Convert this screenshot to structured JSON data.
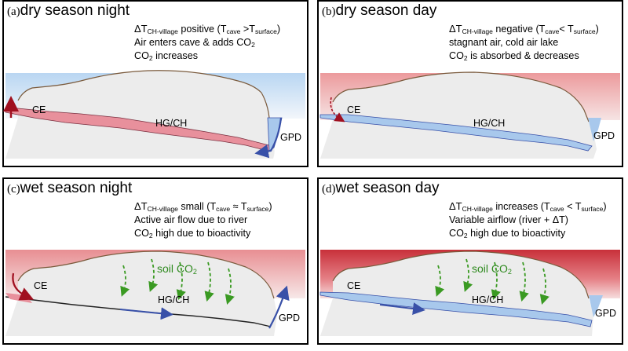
{
  "panels": [
    {
      "letter": "(a)",
      "title": "dry season night",
      "delta_sub": "CH-village",
      "state": "positive",
      "cave_sub": "cave",
      "relation": ">",
      "surface_sub": "surface",
      "line2": "Air enters cave & adds CO",
      "line3_prefix": "CO",
      "line3_suffix": " increases"
    },
    {
      "letter": "(b)",
      "title": "dry season day",
      "delta_sub": "CH-village",
      "state": "negative",
      "cave_sub": "cave",
      "relation": "<",
      "surface_sub": "surface",
      "line2": "stagnant air, cold air lake",
      "line3_prefix": "CO",
      "line3_suffix": " is absorbed & decreases"
    },
    {
      "letter": "(c)",
      "title": "wet season night",
      "delta_sub": "CH-village",
      "state": "small",
      "cave_sub": "cave",
      "relation": "≈",
      "surface_sub": "surface",
      "line2": "Active air flow due to river",
      "line3_prefix": "CO",
      "line3_suffix": " high due to bioactivity"
    },
    {
      "letter": "(d)",
      "title": "wet season day",
      "delta_sub": "CH-village",
      "state": "increases",
      "cave_sub": "cave",
      "relation": "<",
      "surface_sub": "surface",
      "line2": "Variable airflow (river + ΔT)",
      "line3_prefix": "CO",
      "line3_suffix": " high due to bioactivity"
    }
  ],
  "labels": {
    "entrance": "CE",
    "chamber": "HG/CH",
    "pond": "GPD",
    "soil_prefix": "soil CO",
    "subscript_2": "2",
    "delta_symbol": "ΔT",
    "t_symbol": "T"
  },
  "colors": {
    "cave_fill": "#ececec",
    "cave_outline": "#7a5a3c",
    "warm_air": "#e8909c",
    "cold_air": "#a8c8ec",
    "outflow_arrow": "#a01020",
    "inflow_arrow": "#3850a8",
    "soil_arrow": "#3a9a22"
  }
}
